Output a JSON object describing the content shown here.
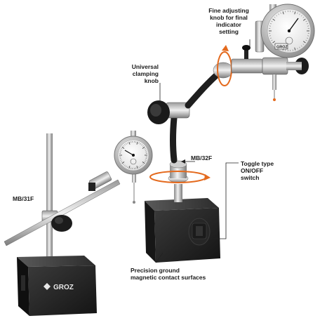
{
  "labels": {
    "fine_adjust": [
      "Fine adjusting",
      "knob for final",
      "indicator",
      "setting"
    ],
    "universal_knob": [
      "Universal",
      "clamping",
      "knob"
    ],
    "mb32f": "MB/32F",
    "mb31f": "MB/31F",
    "toggle": [
      "Toggle type",
      "ON/OFF",
      "switch"
    ],
    "precision": [
      "Precision ground",
      "magnetic contact surfaces"
    ]
  },
  "branding": {
    "base_logo": "GROZ",
    "dial_badge": "GROZ"
  },
  "colors": {
    "accent_orange": "#e46a1e",
    "base_black": "#1f1f1f",
    "chrome": "#c9c9c9"
  }
}
